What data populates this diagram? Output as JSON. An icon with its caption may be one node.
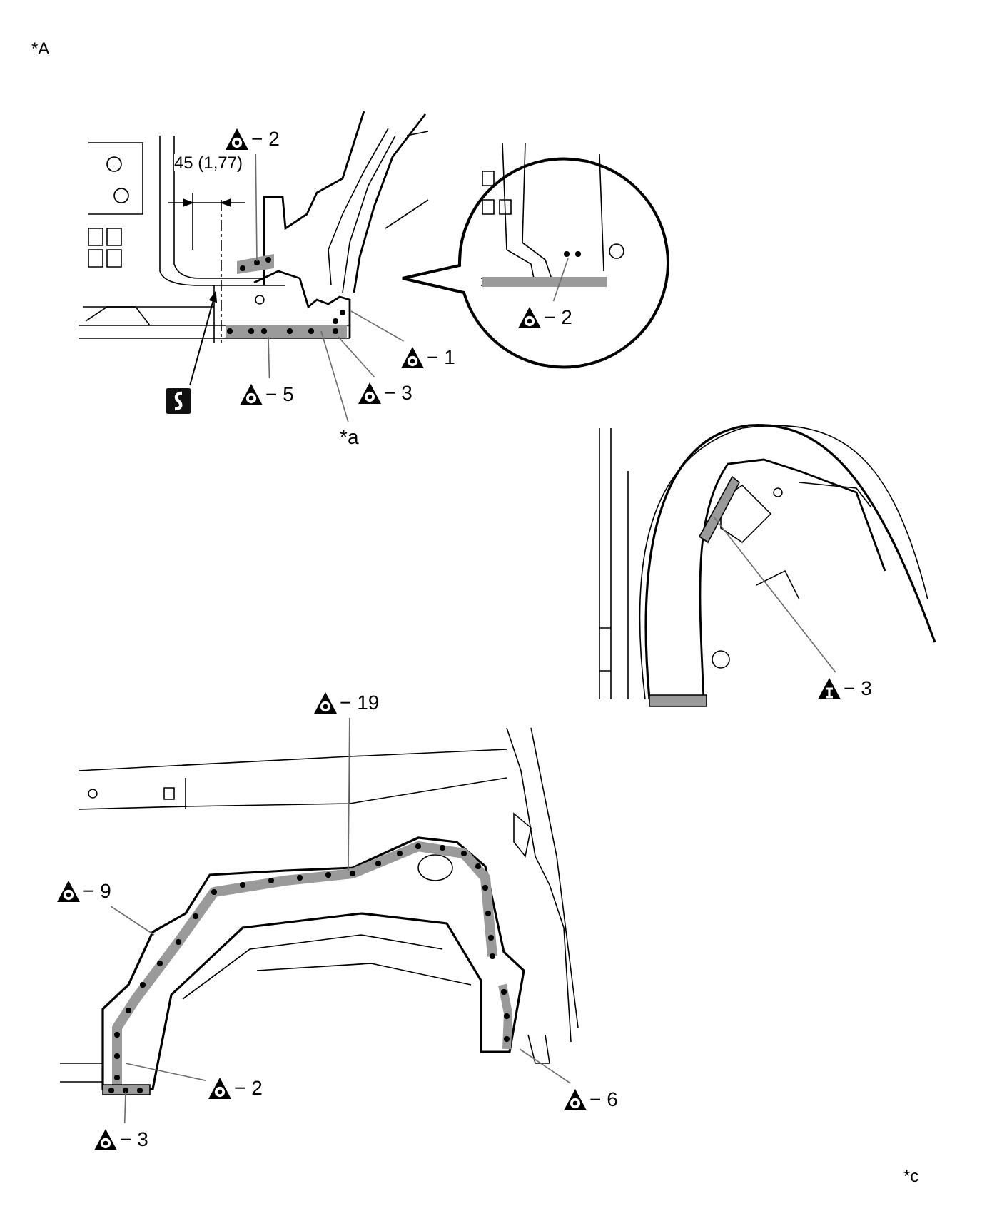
{
  "diagram": {
    "nodes": [
      {
        "text": [
          "− 2"
        ]
      },
      {
        "text": [
          "− 1"
        ]
      },
      {
        "text": [
          "− 3"
        ]
      },
      {
        "text": [
          "− 5"
        ]
      },
      {
        "text": [],
        "shape": "line"
      },
      {
        "text": [],
        "shape": "picture"
      },
      {
        "text": [
          "*a"
        ]
      },
      {
        "text": [
          "− 2"
        ]
      },
      {
        "text": [
          "− 3"
        ]
      },
      {
        "text": [
          "− 19"
        ]
      },
      {
        "text": [
          "− 9"
        ]
      },
      {
        "text": [
          "− 2"
        ]
      },
      {
        "text": [
          "− 3"
        ]
      },
      {
        "text": [
          "− 6"
        ]
      }
    ],
    "edges": [
      {
        "from": 0,
        "to": null,
        "arrow": "none"
      },
      {
        "from": 1,
        "to": null,
        "arrow": "none"
      },
      {
        "from": 2,
        "to": null,
        "arrow": "none"
      },
      {
        "from": 3,
        "to": null,
        "arrow": "none"
      },
      {
        "from": 5,
        "to": 4,
        "arrow": "to",
        "color": "#000000"
      },
      {
        "from": 6,
        "to": null,
        "arrow": "none"
      },
      {
        "from": 7,
        "to": null,
        "arrow": "none"
      },
      {
        "from": 8,
        "to": null,
        "arrow": "none"
      },
      {
        "from": 9,
        "to": null,
        "arrow": "none"
      },
      {
        "from": 10,
        "to": null,
        "arrow": "none"
      },
      {
        "from": 11,
        "to": null,
        "arrow": "none"
      },
      {
        "from": 12,
        "to": null,
        "arrow": "none"
      },
      {
        "from": 13,
        "to": null,
        "arrow": "none"
      }
    ],
    "labels": [
      "*A",
      "45 (1,77)",
      "*c"
    ]
  }
}
